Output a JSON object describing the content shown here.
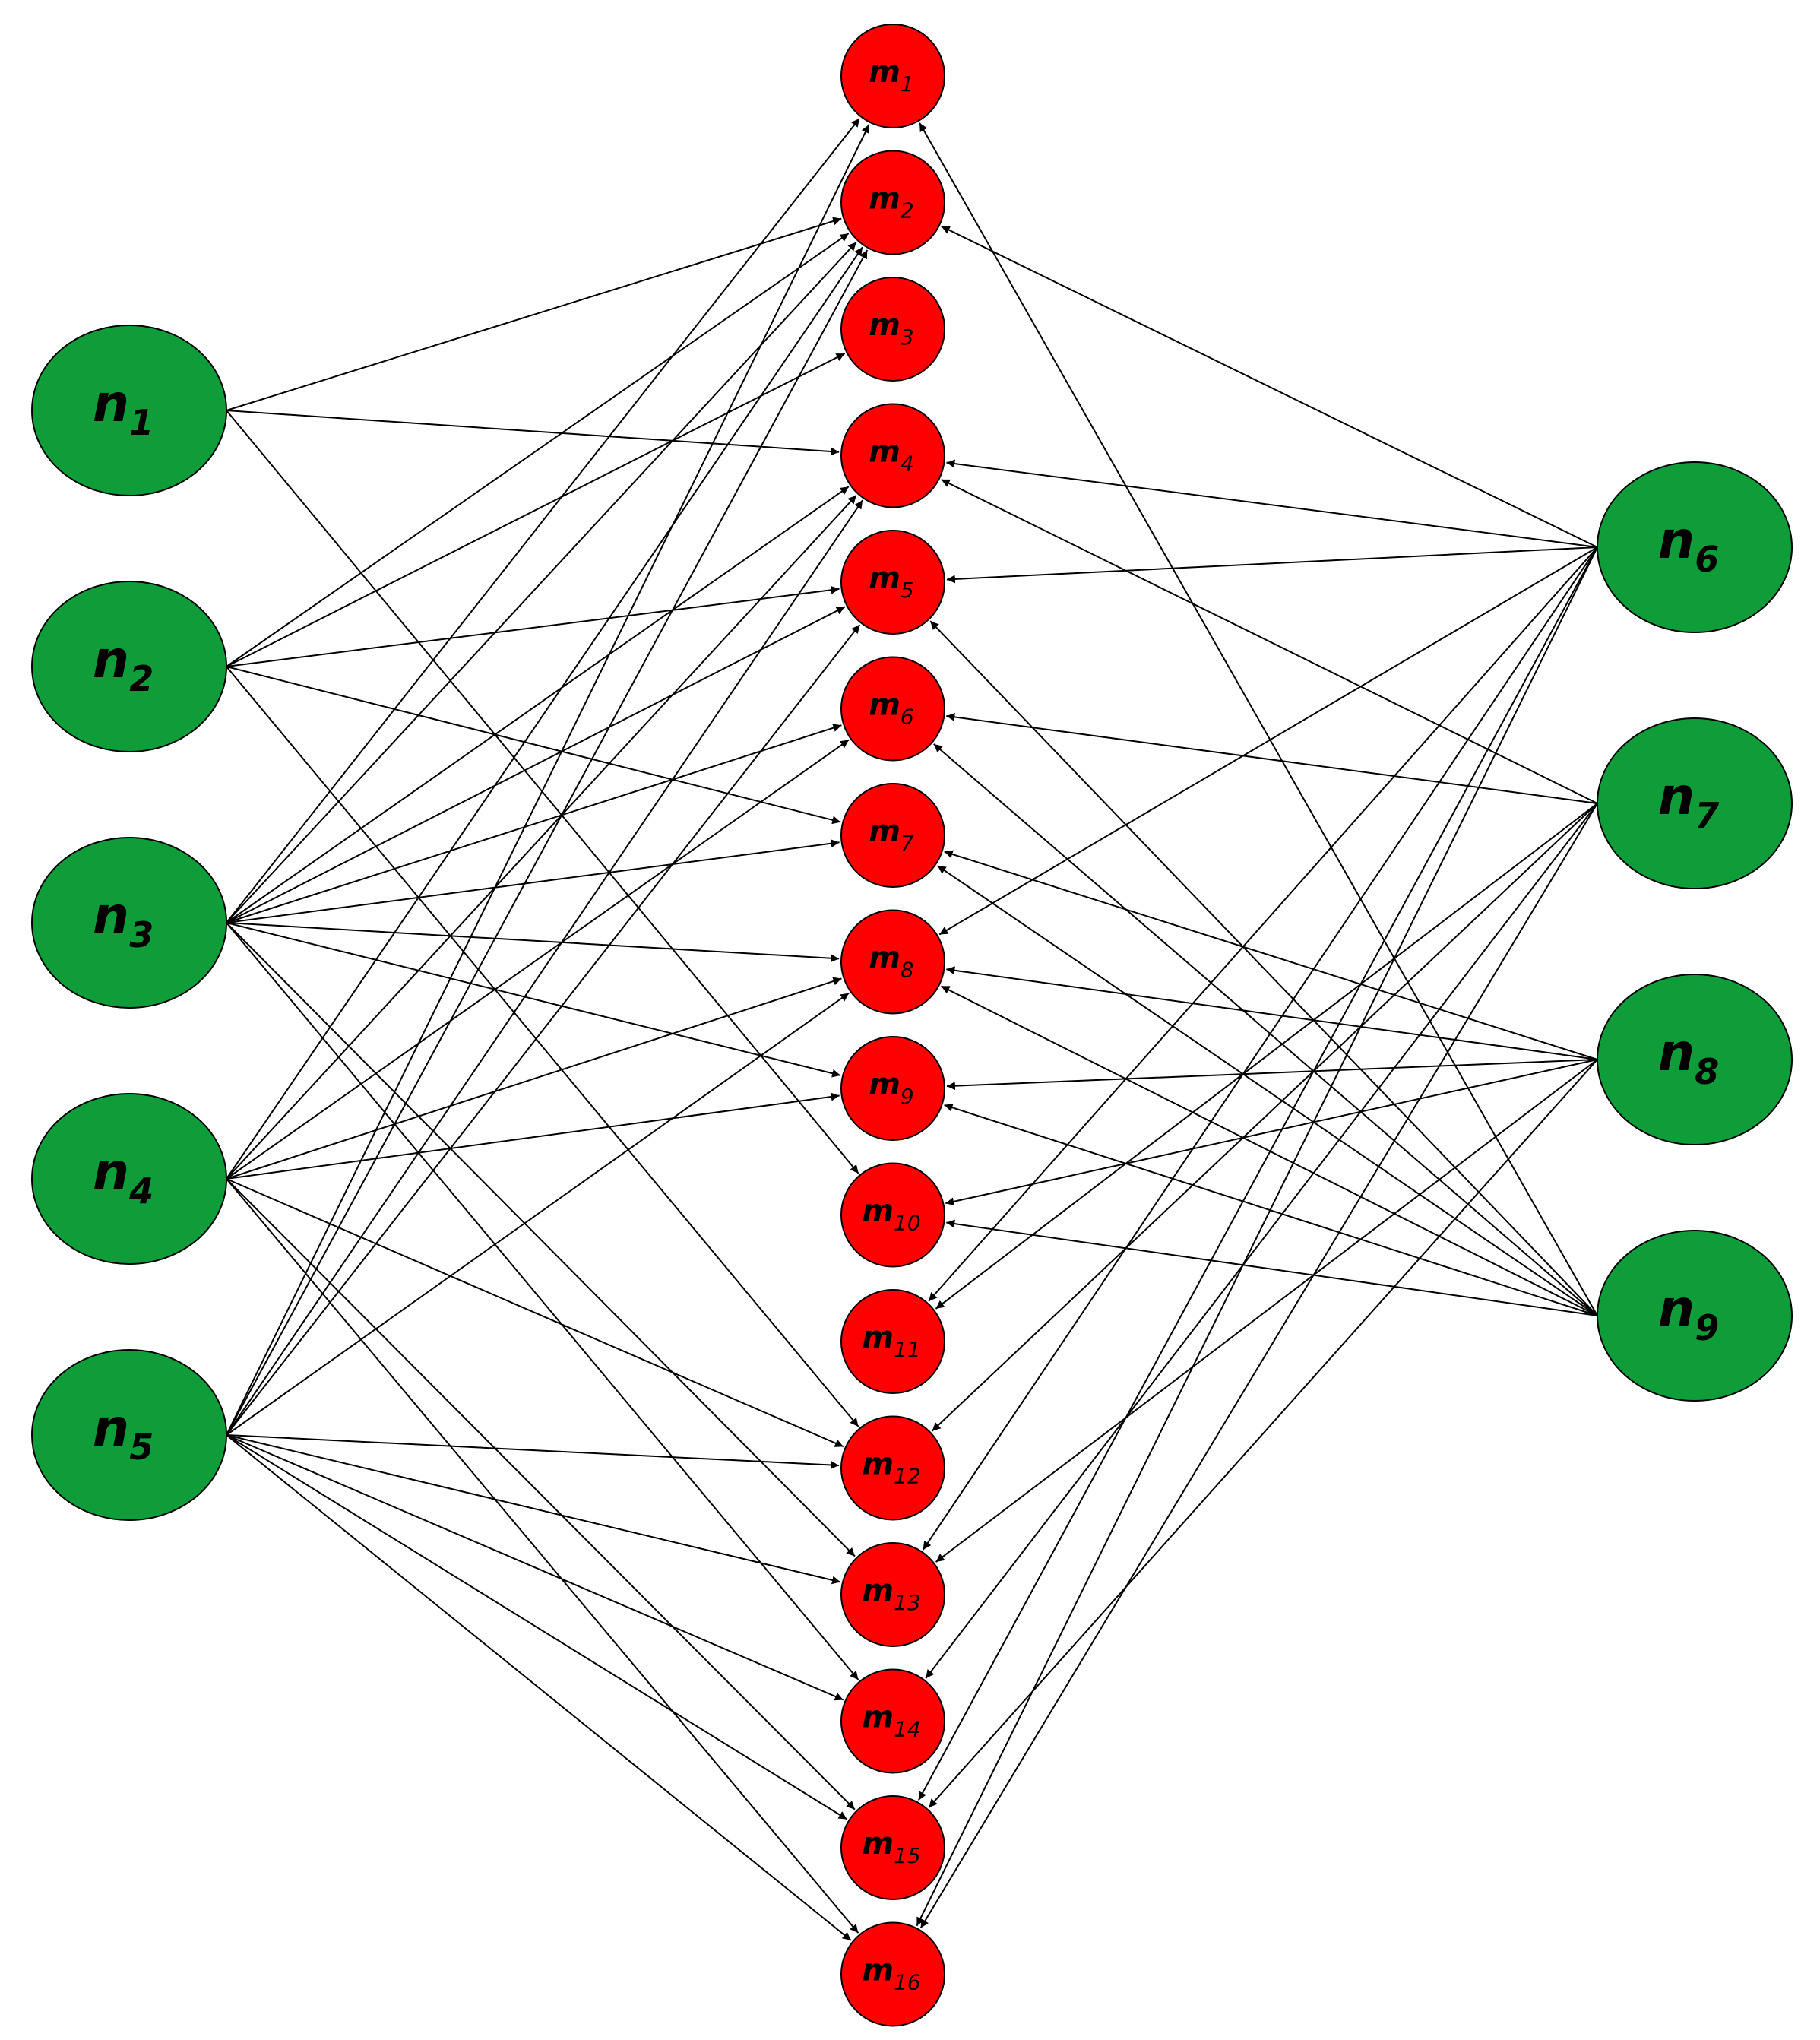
{
  "colors": {
    "source_node_fill": "#0f9d3a",
    "target_node_fill": "#ff0000",
    "node_stroke": "#000000",
    "edge": "#000000"
  },
  "left_nodes": [
    {
      "id": "n1",
      "base": "n",
      "sub": "1"
    },
    {
      "id": "n2",
      "base": "n",
      "sub": "2"
    },
    {
      "id": "n3",
      "base": "n",
      "sub": "3"
    },
    {
      "id": "n4",
      "base": "n",
      "sub": "4"
    },
    {
      "id": "n5",
      "base": "n",
      "sub": "5"
    }
  ],
  "right_nodes": [
    {
      "id": "n6",
      "base": "n",
      "sub": "6"
    },
    {
      "id": "n7",
      "base": "n",
      "sub": "7"
    },
    {
      "id": "n8",
      "base": "n",
      "sub": "8"
    },
    {
      "id": "n9",
      "base": "n",
      "sub": "9"
    }
  ],
  "middle_nodes": [
    {
      "id": "m1",
      "base": "m",
      "sub": "1"
    },
    {
      "id": "m2",
      "base": "m",
      "sub": "2"
    },
    {
      "id": "m3",
      "base": "m",
      "sub": "3"
    },
    {
      "id": "m4",
      "base": "m",
      "sub": "4"
    },
    {
      "id": "m5",
      "base": "m",
      "sub": "5"
    },
    {
      "id": "m6",
      "base": "m",
      "sub": "6"
    },
    {
      "id": "m7",
      "base": "m",
      "sub": "7"
    },
    {
      "id": "m8",
      "base": "m",
      "sub": "8"
    },
    {
      "id": "m9",
      "base": "m",
      "sub": "9"
    },
    {
      "id": "m10",
      "base": "m",
      "sub": "10"
    },
    {
      "id": "m11",
      "base": "m",
      "sub": "11"
    },
    {
      "id": "m12",
      "base": "m",
      "sub": "12"
    },
    {
      "id": "m13",
      "base": "m",
      "sub": "13"
    },
    {
      "id": "m14",
      "base": "m",
      "sub": "14"
    },
    {
      "id": "m15",
      "base": "m",
      "sub": "15"
    },
    {
      "id": "m16",
      "base": "m",
      "sub": "16"
    }
  ],
  "edges": [
    {
      "from": "n1",
      "to": [
        "m2",
        "m4",
        "m10"
      ]
    },
    {
      "from": "n2",
      "to": [
        "m2",
        "m3",
        "m5",
        "m7",
        "m12"
      ]
    },
    {
      "from": "n3",
      "to": [
        "m1",
        "m2",
        "m4",
        "m5",
        "m6",
        "m7",
        "m8",
        "m9",
        "m13",
        "m14"
      ]
    },
    {
      "from": "n4",
      "to": [
        "m2",
        "m4",
        "m6",
        "m8",
        "m9",
        "m12",
        "m15",
        "m16"
      ]
    },
    {
      "from": "n5",
      "to": [
        "m1",
        "m2",
        "m4",
        "m5",
        "m8",
        "m12",
        "m13",
        "m14",
        "m15",
        "m16"
      ]
    },
    {
      "from": "n6",
      "to": [
        "m2",
        "m4",
        "m5",
        "m8",
        "m11",
        "m13",
        "m15",
        "m16"
      ]
    },
    {
      "from": "n7",
      "to": [
        "m4",
        "m6",
        "m11",
        "m12",
        "m14",
        "m16"
      ]
    },
    {
      "from": "n8",
      "to": [
        "m7",
        "m8",
        "m9",
        "m10",
        "m13",
        "m15"
      ]
    },
    {
      "from": "n9",
      "to": [
        "m1",
        "m5",
        "m6",
        "m7",
        "m8",
        "m9",
        "m10"
      ]
    }
  ]
}
